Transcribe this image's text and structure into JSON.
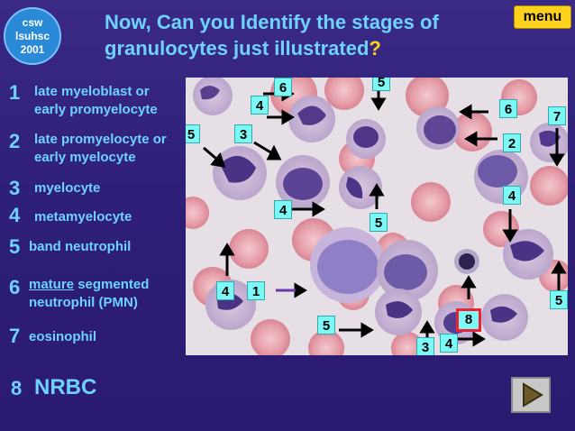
{
  "logo": {
    "line1": "csw",
    "line2": "lsuhsc",
    "line3": "2001"
  },
  "title": {
    "text": "Now, Can you Identify the stages of granulocytes just illustrated",
    "question_mark": "?"
  },
  "menu": {
    "label": "menu"
  },
  "legend": [
    {
      "num": "1",
      "text": "late myeloblast  or early promyelocyte"
    },
    {
      "num": "2",
      "text": "late promyelocyte or early myelocyte"
    },
    {
      "num": "3",
      "text": "myelocyte"
    },
    {
      "num": "4",
      "text": "metamyelocyte"
    },
    {
      "num": "5",
      "text": "band neutrophil"
    },
    {
      "num": "6",
      "text_underlined": "mature",
      "text": " segmented neutrophil  (PMN)"
    },
    {
      "num": "7",
      "text": "eosinophil"
    },
    {
      "num": "8",
      "text": "NRBC"
    }
  ],
  "tags": [
    "6",
    "5",
    "4",
    "6",
    "7",
    "5",
    "3",
    "2",
    "4",
    "4",
    "5",
    "4",
    "1",
    "5",
    "8",
    "5",
    "3",
    "4"
  ],
  "colors": {
    "background": "#2e1f78",
    "title": "#6fd3ff",
    "accent": "#ffd21e",
    "tag_bg": "#7cf8f6",
    "nrbc_box": "#e23"
  },
  "icons": {
    "next": "triangle-right-icon"
  }
}
